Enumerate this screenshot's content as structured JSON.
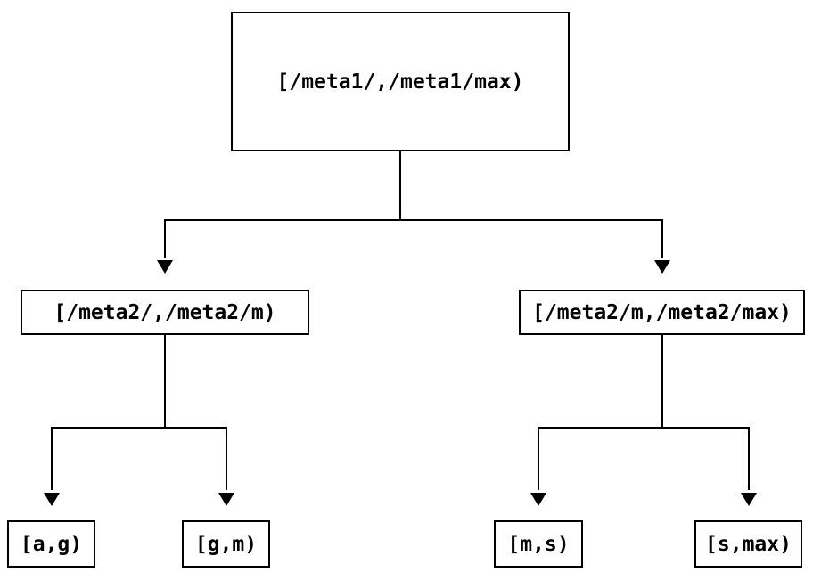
{
  "diagram": {
    "type": "interval-partition-tree",
    "colors": {
      "background": "#ffffff",
      "line": "#000000",
      "box_border": "#000000",
      "text": "#000000"
    },
    "root": {
      "label": "[/meta1/,/meta1/max)"
    },
    "level2": [
      {
        "label": "[/meta2/,/meta2/m)"
      },
      {
        "label": "[/meta2/m,/meta2/max)"
      }
    ],
    "level3": [
      {
        "label": "[a,g)"
      },
      {
        "label": "[g,m)"
      },
      {
        "label": "[m,s)"
      },
      {
        "label": "[s,max)"
      }
    ],
    "edges": [
      {
        "from": "[/meta1/,/meta1/max)",
        "to": "[/meta2/,/meta2/m)"
      },
      {
        "from": "[/meta1/,/meta1/max)",
        "to": "[/meta2/m,/meta2/max)"
      },
      {
        "from": "[/meta2/,/meta2/m)",
        "to": "[a,g)"
      },
      {
        "from": "[/meta2/,/meta2/m)",
        "to": "[g,m)"
      },
      {
        "from": "[/meta2/m,/meta2/max)",
        "to": "[m,s)"
      },
      {
        "from": "[/meta2/m,/meta2/max)",
        "to": "[s,max)"
      }
    ]
  }
}
